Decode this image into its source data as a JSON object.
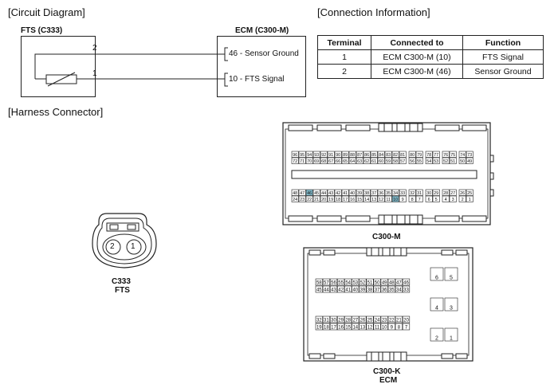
{
  "sections": {
    "circuit": "[Circuit Diagram]",
    "connection": "[Connection Information]",
    "harness": "[Harness Connector]"
  },
  "circuit": {
    "fts_label": "FTS (C333)",
    "ecm_label": "ECM (C300-M)",
    "pin_top": "2",
    "pin_bottom": "1",
    "ecm_pin_46": "46 - Sensor Ground",
    "ecm_pin_10": "10 - FTS Signal"
  },
  "table": {
    "headers": [
      "Terminal",
      "Connected to",
      "Function"
    ],
    "rows": [
      [
        "1",
        "ECM C300-M (10)",
        "FTS Signal"
      ],
      [
        "2",
        "ECM C300-M (46)",
        "Sensor Ground"
      ]
    ]
  },
  "c333": {
    "pin_left": "2",
    "pin_right": "1",
    "label1": "C333",
    "label2": "FTS"
  },
  "c300m": {
    "label": "C300-M",
    "row1": [
      "96",
      "95",
      "94",
      "93",
      "92",
      "91",
      "90",
      "89",
      "88",
      "87",
      "86",
      "85",
      "84",
      "83",
      "82",
      "81",
      "80",
      "79",
      "78",
      "77",
      "76",
      "75",
      "74",
      "73"
    ],
    "row2": [
      "72",
      "71",
      "70",
      "69",
      "68",
      "67",
      "66",
      "65",
      "64",
      "63",
      "62",
      "61",
      "60",
      "59",
      "58",
      "57",
      "56",
      "55",
      "54",
      "53",
      "52",
      "51",
      "50",
      "49"
    ],
    "row3": [
      "48",
      "47",
      "46",
      "45",
      "44",
      "43",
      "42",
      "41",
      "40",
      "39",
      "38",
      "37",
      "36",
      "35",
      "34",
      "33",
      "32",
      "31",
      "30",
      "29",
      "28",
      "27",
      "26",
      "25"
    ],
    "row4": [
      "24",
      "23",
      "22",
      "21",
      "20",
      "19",
      "18",
      "17",
      "16",
      "15",
      "14",
      "13",
      "12",
      "11",
      "10",
      "9",
      "8",
      "7",
      "6",
      "5",
      "4",
      "3",
      "2",
      "1"
    ],
    "highlight": [
      "46",
      "10"
    ]
  },
  "c300k": {
    "label1": "C300-K",
    "label2": "ECM",
    "rowA": [
      "58",
      "57",
      "56",
      "55",
      "54",
      "53",
      "52",
      "51",
      "50",
      "49",
      "48",
      "47",
      "46"
    ],
    "rowB": [
      "45",
      "44",
      "43",
      "42",
      "41",
      "40",
      "39",
      "38",
      "37",
      "36",
      "35",
      "34",
      "33"
    ],
    "rowC": [
      "32",
      "31",
      "30",
      "29",
      "28",
      "27",
      "26",
      "25",
      "24",
      "23",
      "22",
      "21",
      "20"
    ],
    "rowD": [
      "19",
      "18",
      "17",
      "16",
      "15",
      "14",
      "13",
      "12",
      "11",
      "10",
      "9",
      "8",
      "7"
    ],
    "side": [
      [
        "6",
        "5"
      ],
      [
        "4",
        "3"
      ],
      [
        "2",
        "1"
      ]
    ]
  }
}
